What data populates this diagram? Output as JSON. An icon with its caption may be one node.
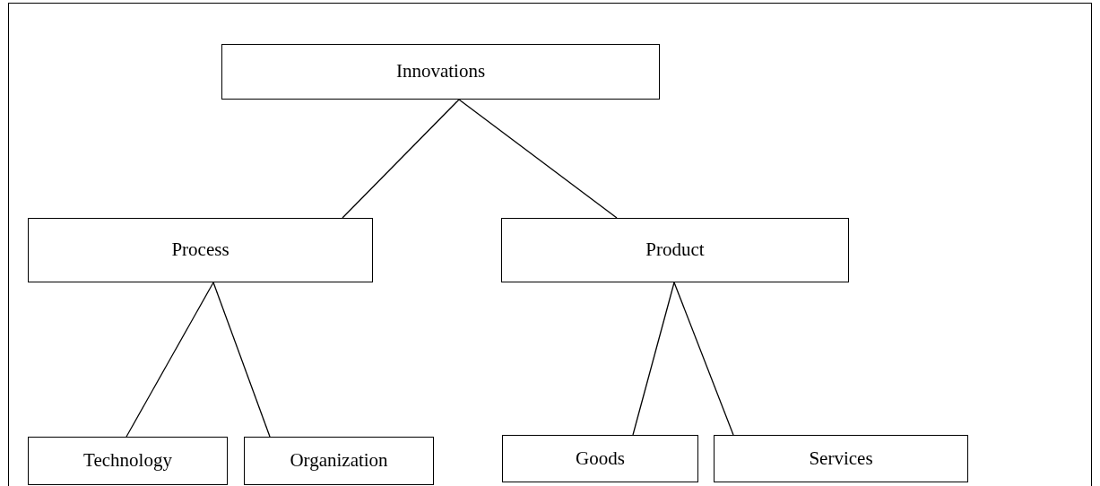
{
  "diagram": {
    "nodes": [
      {
        "text": [
          "Innovations"
        ]
      },
      {
        "text": [
          "Process"
        ]
      },
      {
        "text": [
          "Product"
        ]
      },
      {
        "text": [
          "Technology"
        ]
      },
      {
        "text": [
          "Organization"
        ]
      },
      {
        "text": [
          "Goods"
        ]
      },
      {
        "text": [
          "Services"
        ]
      }
    ],
    "edges": [
      {
        "from": 0,
        "to": 1,
        "arrow": "none"
      },
      {
        "from": 0,
        "to": 2,
        "arrow": "none"
      },
      {
        "from": 1,
        "to": 3,
        "arrow": "none"
      },
      {
        "from": 1,
        "to": 4,
        "arrow": "none"
      },
      {
        "from": 2,
        "to": 5,
        "arrow": "none"
      },
      {
        "from": 2,
        "to": 6,
        "arrow": "none"
      }
    ]
  }
}
